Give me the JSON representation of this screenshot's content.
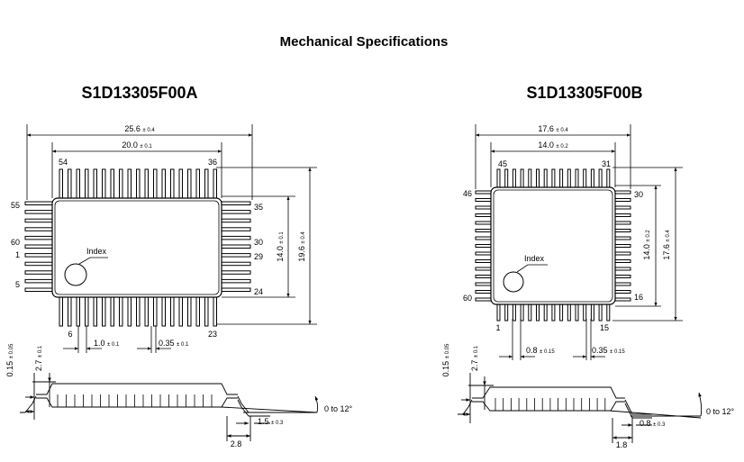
{
  "page_title": "Mechanical Specifications",
  "packages": [
    {
      "part_number": "S1D13305F00A",
      "dims": {
        "overall_width": {
          "value": "25.6",
          "tol": "± 0.4"
        },
        "body_width": {
          "value": "20.0",
          "tol": "± 0.1"
        },
        "body_height": {
          "value": "14.0",
          "tol": "± 0.1"
        },
        "overall_height": {
          "value": "19.6",
          "tol": "± 0.4"
        },
        "pitch": {
          "value": "1.0",
          "tol": "± 0.1"
        },
        "lead_width": {
          "value": "0.35",
          "tol": "± 0.1"
        },
        "standoff": {
          "value": "0.15",
          "tol": "± 0.05"
        },
        "body_thickness": {
          "value": "2.7",
          "tol": "± 0.1"
        },
        "foot_length": {
          "value": "1.5",
          "tol": "± 0.3"
        },
        "lead_span": {
          "value": "2.8"
        },
        "angle": "0 to 12°"
      },
      "pins": {
        "top_left": "54",
        "top_right": "36",
        "right_top": "35",
        "right_30": "30",
        "right_29": "29",
        "right_bottom": "24",
        "bottom_right": "23",
        "bottom_left": "6",
        "left_top": "55",
        "left_60": "60",
        "left_1": "1",
        "left_bottom": "5"
      },
      "index_label": "Index"
    },
    {
      "part_number": "S1D13305F00B",
      "dims": {
        "overall_width": {
          "value": "17.6",
          "tol": "± 0.4"
        },
        "body_width": {
          "value": "14.0",
          "tol": "± 0.2"
        },
        "body_height": {
          "value": "14.0",
          "tol": "± 0.2"
        },
        "overall_height": {
          "value": "17.6",
          "tol": "± 0.4"
        },
        "pitch": {
          "value": "0.8",
          "tol": "± 0.15"
        },
        "lead_width": {
          "value": "0.35",
          "tol": "± 0.15"
        },
        "standoff": {
          "value": "0.15",
          "tol": "± 0.05"
        },
        "body_thickness": {
          "value": "2.7",
          "tol": "± 0.1"
        },
        "foot_length": {
          "value": "0.8",
          "tol": "± 0.3"
        },
        "lead_span": {
          "value": "1.8"
        },
        "angle": "0 to 12°"
      },
      "pins": {
        "top_left": "45",
        "top_right": "31",
        "right_top": "30",
        "right_bottom": "16",
        "bottom_right": "15",
        "bottom_left": "1",
        "left_top": "46",
        "left_bottom": "60"
      },
      "index_label": "Index"
    }
  ]
}
